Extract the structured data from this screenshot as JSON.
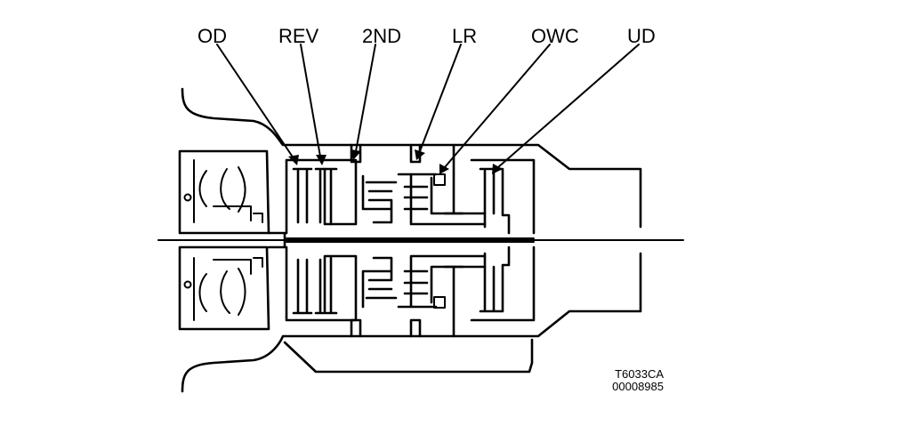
{
  "labels": {
    "od": "OD",
    "rev": "REV",
    "second": "2ND",
    "lr": "LR",
    "owc": "OWC",
    "ud": "UD"
  },
  "reference": {
    "code": "T6033CA",
    "number": "00008985"
  }
}
